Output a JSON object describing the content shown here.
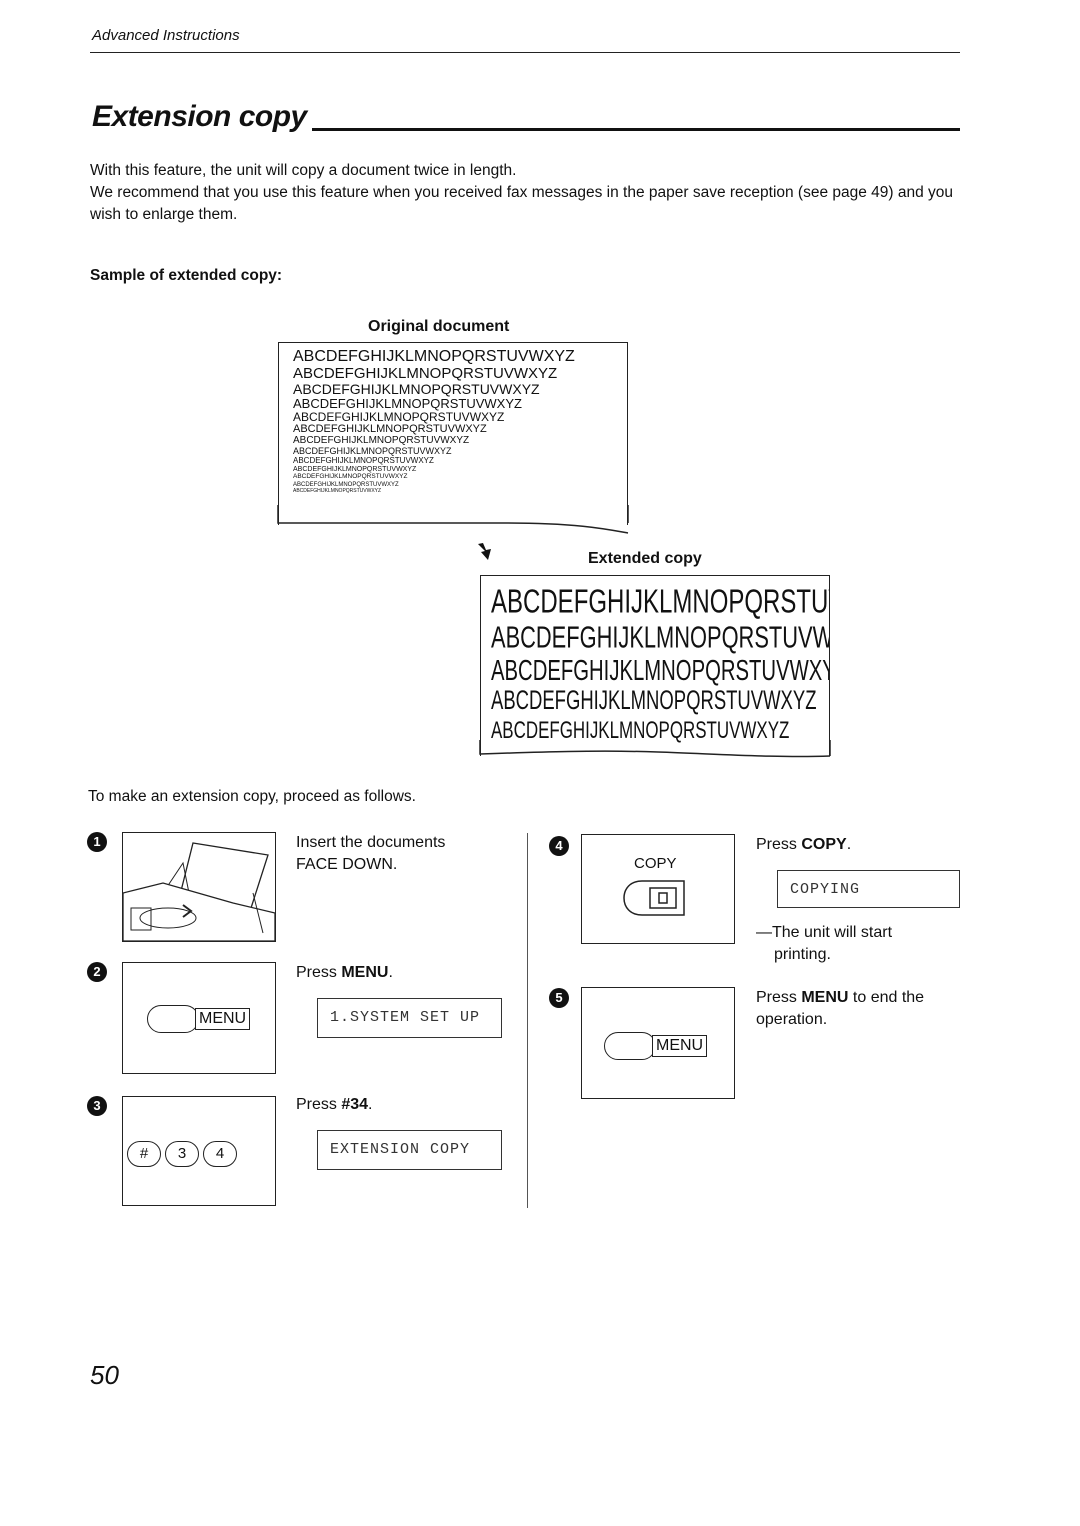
{
  "header": {
    "section": "Advanced Instructions"
  },
  "title": "Extension copy",
  "intro": [
    "With this feature, the unit will copy a document twice in length.",
    "We recommend that you use this feature when you received fax messages in the paper save reception (see page 49) and you wish to enlarge them."
  ],
  "sample_heading": "Sample of extended copy:",
  "original": {
    "label": "Original document",
    "line_text": "ABCDEFGHIJKLMNOPQRSTUVWXYZ"
  },
  "extended": {
    "label": "Extended copy",
    "line_text": "ABCDEFGHIJKLMNOPQRSTUVWXYZ"
  },
  "proceed": "To make an extension copy, proceed as follows.",
  "steps": [
    {
      "num": "1",
      "text_a": "Insert the documents",
      "text_b": "FACE DOWN."
    },
    {
      "num": "2",
      "text_a": "Press ",
      "bold": "MENU",
      "text_b": ".",
      "lcd": "1.SYSTEM SET UP",
      "key": "MENU"
    },
    {
      "num": "3",
      "text_a": "Press ",
      "bold": "#34",
      "text_b": ".",
      "lcd": "EXTENSION COPY",
      "keys": [
        "#",
        "3",
        "4"
      ]
    },
    {
      "num": "4",
      "text_a": "Press ",
      "bold": "COPY",
      "text_b": ".",
      "lcd": "COPYING",
      "note_a": "—The unit will start",
      "note_b": "printing.",
      "key_label": "COPY"
    },
    {
      "num": "5",
      "text_a": "Press ",
      "bold": "MENU",
      "text_b": " to end the",
      "text_c": "operation.",
      "key": "MENU"
    }
  ],
  "page_number": "50"
}
